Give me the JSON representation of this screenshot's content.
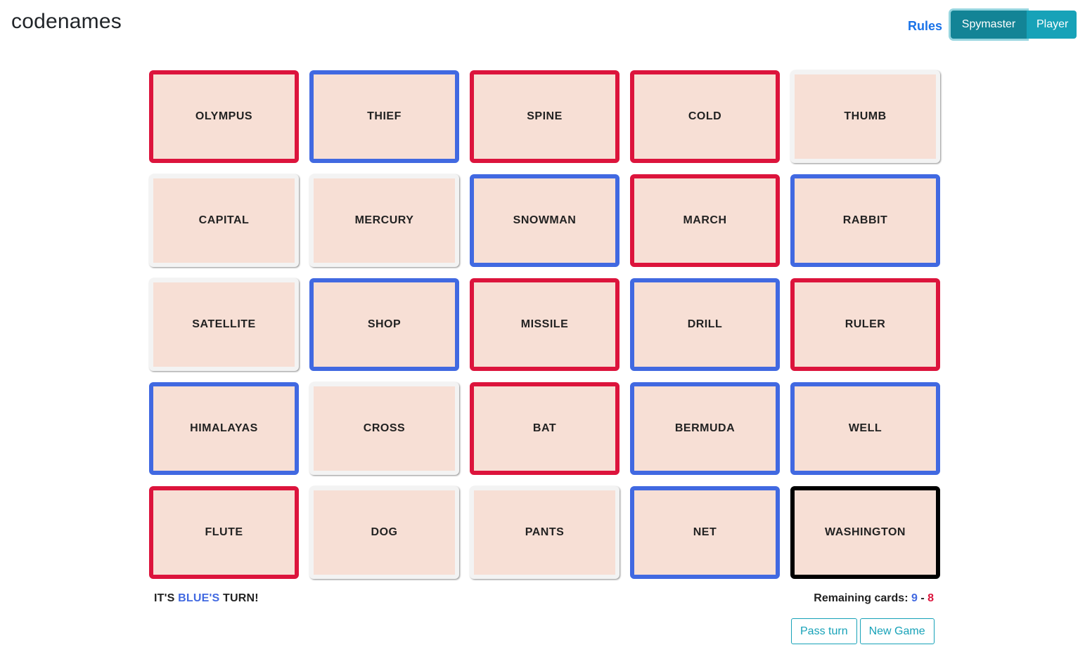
{
  "header": {
    "title": "codenames",
    "rules_label": "Rules",
    "modes": [
      {
        "label": "Spymaster",
        "active": true
      },
      {
        "label": "Player",
        "active": false
      }
    ]
  },
  "colors": {
    "red": "#dc143c",
    "blue": "#4169e1",
    "neutral": "#f3f3f3",
    "assassin": "#000000",
    "card_face": "#f7dfd5",
    "accent": "#17a2b8"
  },
  "board": {
    "cards": [
      {
        "word": "OLYMPUS",
        "team": "red"
      },
      {
        "word": "THIEF",
        "team": "blue"
      },
      {
        "word": "SPINE",
        "team": "red"
      },
      {
        "word": "COLD",
        "team": "red"
      },
      {
        "word": "THUMB",
        "team": "neutral"
      },
      {
        "word": "CAPITAL",
        "team": "neutral"
      },
      {
        "word": "MERCURY",
        "team": "neutral"
      },
      {
        "word": "SNOWMAN",
        "team": "blue"
      },
      {
        "word": "MARCH",
        "team": "red"
      },
      {
        "word": "RABBIT",
        "team": "blue"
      },
      {
        "word": "SATELLITE",
        "team": "neutral"
      },
      {
        "word": "SHOP",
        "team": "blue"
      },
      {
        "word": "MISSILE",
        "team": "red"
      },
      {
        "word": "DRILL",
        "team": "blue"
      },
      {
        "word": "RULER",
        "team": "red"
      },
      {
        "word": "HIMALAYAS",
        "team": "blue"
      },
      {
        "word": "CROSS",
        "team": "neutral"
      },
      {
        "word": "BAT",
        "team": "red"
      },
      {
        "word": "BERMUDA",
        "team": "blue"
      },
      {
        "word": "WELL",
        "team": "blue"
      },
      {
        "word": "FLUTE",
        "team": "red"
      },
      {
        "word": "DOG",
        "team": "neutral"
      },
      {
        "word": "PANTS",
        "team": "neutral"
      },
      {
        "word": "NET",
        "team": "blue"
      },
      {
        "word": "WASHINGTON",
        "team": "assassin"
      }
    ]
  },
  "status": {
    "turn_prefix": "IT'S ",
    "turn_team": "BLUE'S",
    "turn_suffix": " TURN!",
    "remaining_label": "Remaining cards: ",
    "remaining_blue": "9",
    "remaining_separator": " - ",
    "remaining_red": "8"
  },
  "actions": {
    "pass_turn_label": "Pass turn",
    "new_game_label": "New Game"
  }
}
